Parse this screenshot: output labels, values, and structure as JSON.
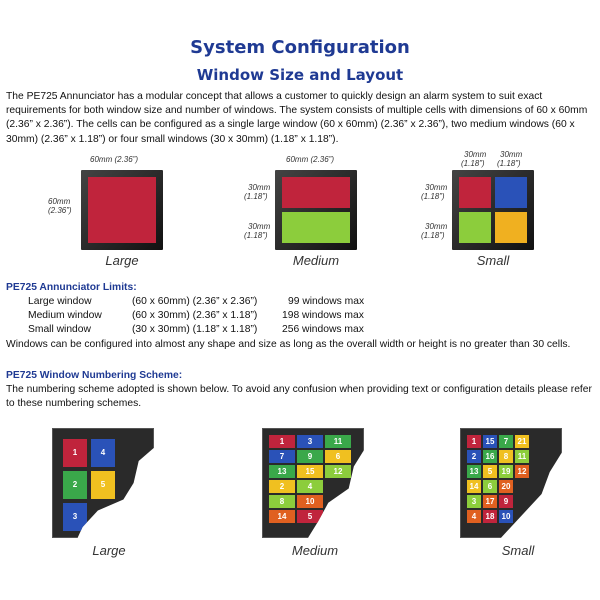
{
  "title": "System Configuration",
  "subtitle": "Window Size and Layout",
  "intro": "The PE725 Annunciator has a modular concept that allows a customer to quickly design an alarm system to suit exact requirements for both window size and number of windows. The system consists of multiple cells with dimensions of 60 x 60mm (2.36” x 2.36”). The cells can be configured as a single large window (60 x 60mm) (2.36” x 2.36”), two medium windows (60 x 30mm) (2.36” x 1.18”) or four small windows (30 x 30mm) (1.18” x 1.18”).",
  "diagram": {
    "large": {
      "top_dim": "60mm (2.36”)",
      "left_dim_1": "60mm",
      "left_dim_2": "(2.36”)",
      "caption": "Large",
      "color": "#c0243c"
    },
    "medium": {
      "top_dim": "60mm (2.36”)",
      "left_dim_a1": "30mm",
      "left_dim_a2": "(1.18”)",
      "left_dim_b1": "30mm",
      "left_dim_b2": "(1.18”)",
      "caption": "Medium",
      "colors": [
        "#c0243c",
        "#8ccd3c"
      ]
    },
    "small": {
      "top_dim_a1": "30mm",
      "top_dim_a2": "(1.18”)",
      "top_dim_b1": "30mm",
      "top_dim_b2": "(1.18”)",
      "left_dim_a1": "30mm",
      "left_dim_a2": "(1.18”)",
      "left_dim_b1": "30mm",
      "left_dim_b2": "(1.18”)",
      "caption": "Small",
      "colors": [
        "#c0243c",
        "#2a52b8",
        "#8ccd3c",
        "#f0b020"
      ]
    }
  },
  "limits": {
    "heading": "PE725 Annunciator Limits:",
    "rows": [
      {
        "name": "Large window",
        "size": "(60 x 60mm) (2.36” x 2.36”)",
        "max": "99 windows max"
      },
      {
        "name": "Medium window",
        "size": "(60 x 30mm) (2.36” x 1.18”)",
        "max": "198 windows max"
      },
      {
        "name": "Small window",
        "size": "(30 x 30mm) (1.18” x 1.18”)",
        "max": "256 windows max"
      }
    ],
    "note": "Windows can be configured into almost any shape and size as long as the overall width or height is no greater than 30 cells."
  },
  "numbering": {
    "heading": "PE725 Window Numbering Scheme:",
    "text": "The numbering scheme adopted is shown below. To avoid any confusion when providing text or configuration details please refer to these numbering schemes.",
    "large": {
      "caption": "Large",
      "numbers": [
        "1",
        "4",
        "2",
        "5",
        "3"
      ]
    },
    "medium": {
      "caption": "Medium",
      "numbers": [
        "1",
        "7",
        "13",
        "2",
        "8",
        "14",
        "3",
        "9",
        "15",
        "4",
        "10",
        "5",
        "11",
        "6",
        "12"
      ]
    },
    "small": {
      "caption": "Small",
      "numbers": [
        "1",
        "2",
        "13",
        "14",
        "3",
        "4",
        "15",
        "16",
        "5",
        "6",
        "17",
        "18",
        "7",
        "8",
        "19",
        "20",
        "9",
        "10",
        "21",
        "11",
        "12"
      ]
    }
  }
}
